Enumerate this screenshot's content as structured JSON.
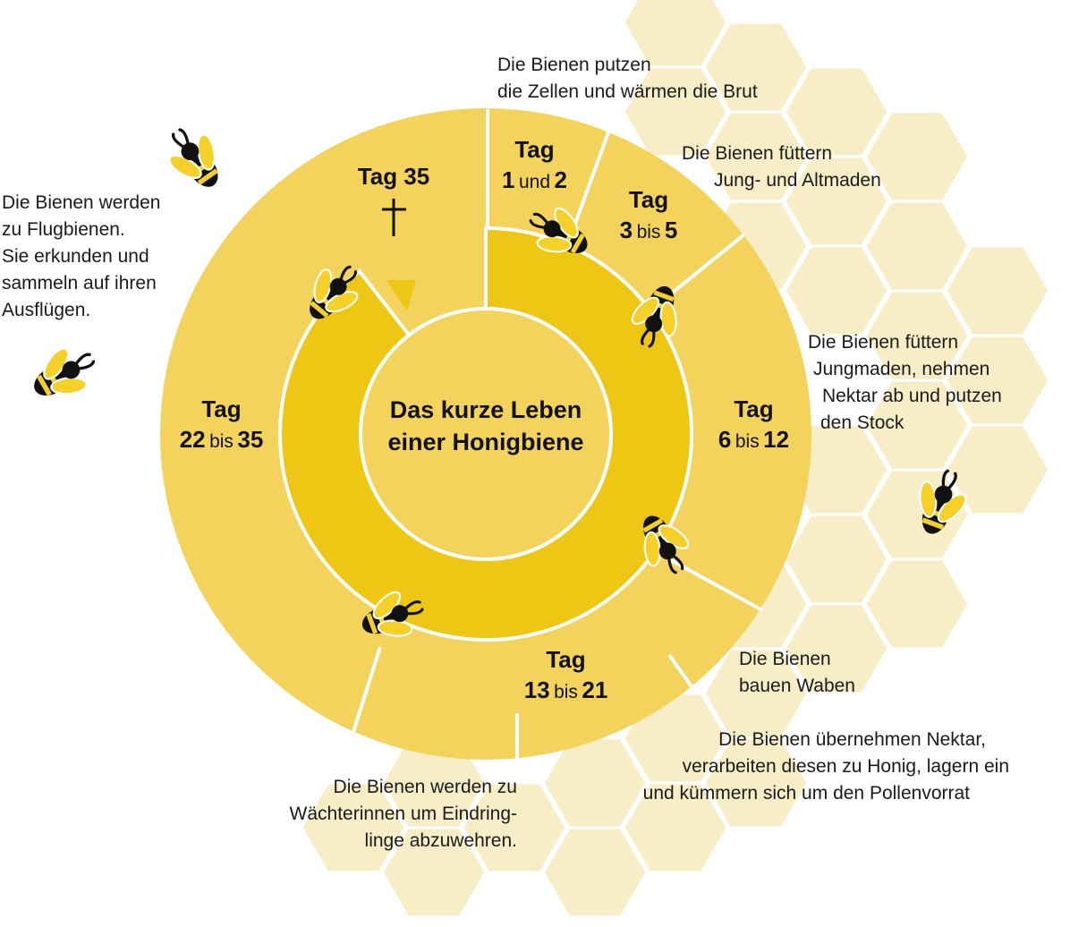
{
  "title": "Das kurze Leben einer Honigbiene",
  "title_line1": "Das kurze Leben",
  "title_line2": "einer Honigbiene",
  "colors": {
    "outer_ring": "#f3d35c",
    "inner_ring": "#eec714",
    "center": "#f3d35c",
    "honeycomb": "#f7eec8",
    "bee_yellow": "#f5d028",
    "bee_black": "#111111"
  },
  "stages": [
    {
      "tag": "Tag",
      "from": "1",
      "joiner": "und",
      "to": "2",
      "description": [
        "Die Bienen putzen",
        "die Zellen und wärmen die Brut"
      ]
    },
    {
      "tag": "Tag",
      "from": "3",
      "joiner": "bis",
      "to": "5",
      "description": [
        "Die Bienen füttern",
        "Jung- und Altmaden"
      ]
    },
    {
      "tag": "Tag",
      "from": "6",
      "joiner": "bis",
      "to": "12",
      "description": [
        "Die Bienen füttern",
        "Jungmaden, nehmen",
        "Nektar ab und putzen",
        "den Stock"
      ]
    },
    {
      "tag": "Tag",
      "from": "13",
      "joiner": "bis",
      "to": "21",
      "description_a": [
        "Die Bienen",
        "bauen Waben"
      ],
      "description_b": [
        "Die Bienen übernehmen Nektar,",
        "verarbeiten diesen zu Honig, lagern ein",
        "und kümmern sich um den Pollenvorrat"
      ],
      "description_c": [
        "Die Bienen werden zu",
        "Wächterinnen um Eindring-",
        "linge abzuwehren."
      ]
    },
    {
      "tag": "Tag",
      "from": "22",
      "joiner": "bis",
      "to": "35",
      "description": [
        "Die Bienen werden",
        "zu Flugbienen.",
        "Sie erkunden und",
        "sammeln auf ihren",
        "Ausflügen."
      ]
    }
  ],
  "death": {
    "label": "Tag 35",
    "symbol": "†"
  }
}
